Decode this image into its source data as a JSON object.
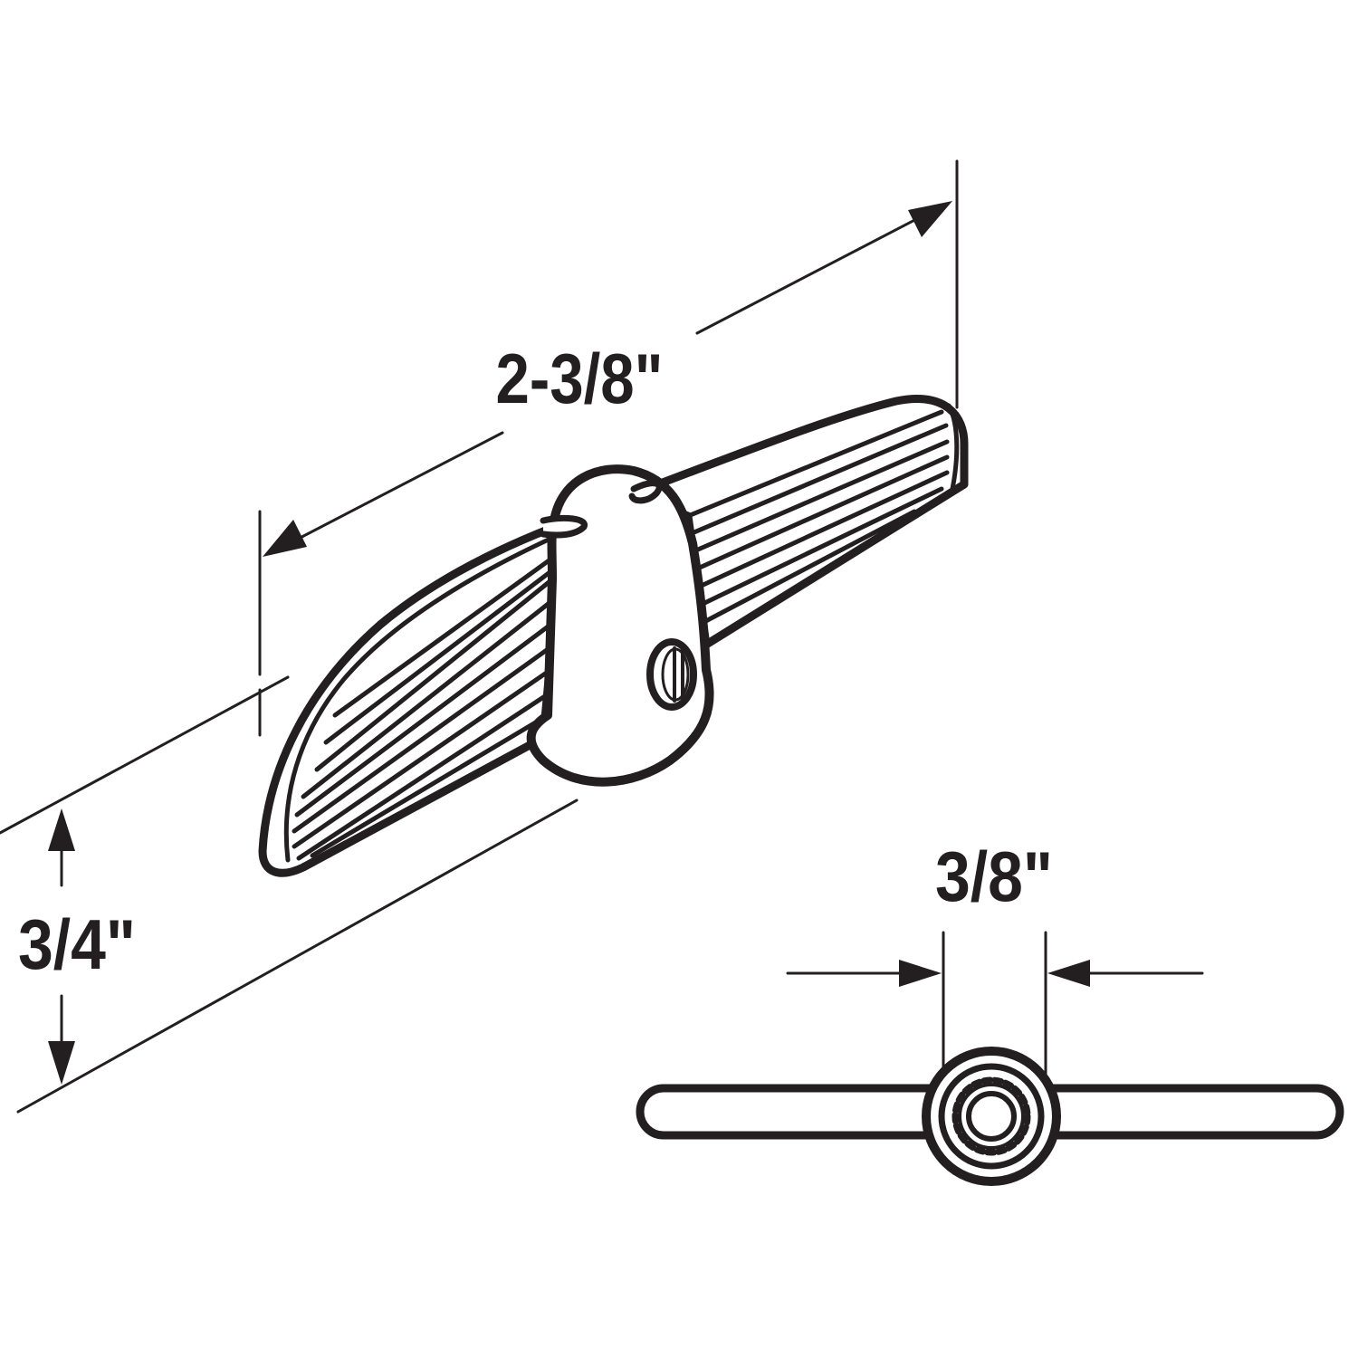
{
  "colors": {
    "ink": "#231f20",
    "background": "#ffffff"
  },
  "dimensions": {
    "length": "2-3/8\"",
    "height": "3/4\"",
    "hub_width": "3/8\""
  }
}
